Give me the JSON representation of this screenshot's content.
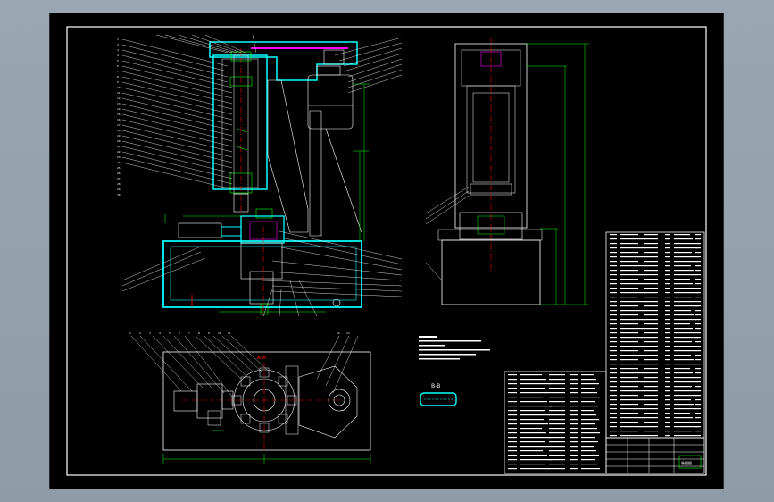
{
  "drawing": {
    "type": "cad-assembly-drawing",
    "colors": {
      "background": "#000000",
      "frame": "#ffffff",
      "outline": "#00ffff",
      "dimension": "#00ff00",
      "leader": "#ffffff",
      "centerline": "#ff0000",
      "hatch": "#ff00ff",
      "gray": "#9aa6b2"
    },
    "section_labels": {
      "aa": "A-A",
      "bb": "B-B"
    },
    "title_block": {
      "drawing_name": "装配图"
    },
    "part_numbers_left": [
      "1",
      "2",
      "3",
      "4",
      "5",
      "6",
      "7",
      "8",
      "9",
      "10",
      "11",
      "12",
      "13",
      "14",
      "15",
      "16",
      "17",
      "18",
      "19",
      "20",
      "21",
      "22",
      "23",
      "24",
      "25",
      "26",
      "27",
      "28",
      "29",
      "30"
    ],
    "part_numbers_plan": [
      "1",
      "2",
      "3",
      "4",
      "5",
      "6",
      "7",
      "8",
      "9",
      "10",
      "11",
      "12",
      "13"
    ]
  }
}
